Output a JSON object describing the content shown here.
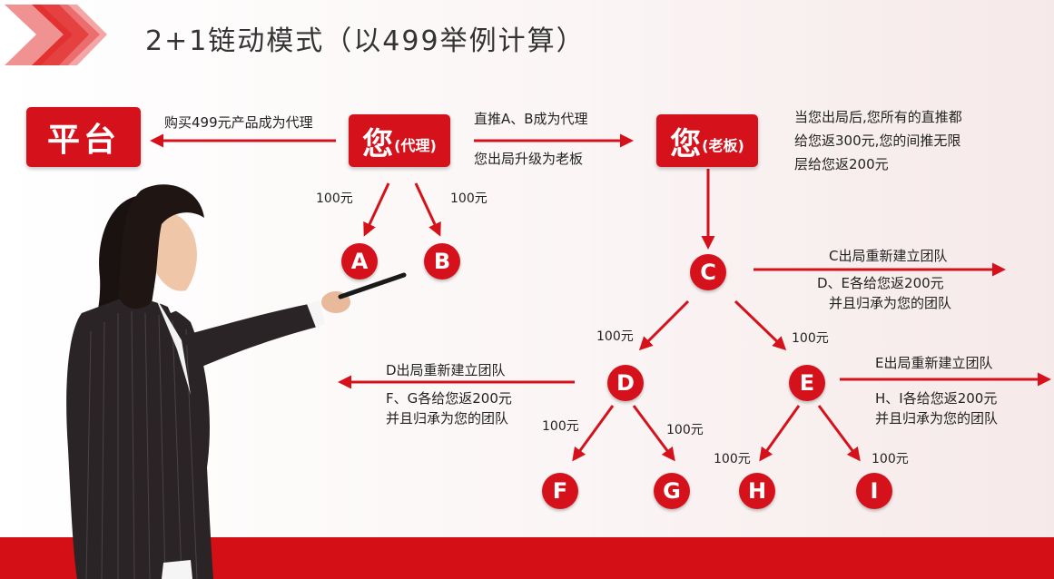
{
  "title": "2+1链动模式（以499举例计算）",
  "colors": {
    "accent": "#d5121b",
    "bar": "#d40f16"
  },
  "boxes": {
    "platform": "平台",
    "you_agent_main": "您",
    "you_agent_sub": "(代理)",
    "you_boss_main": "您",
    "you_boss_sub": "(老板)"
  },
  "texts": {
    "buy_to_agent": "购买499元产品成为代理",
    "push_ab": "直推A、B成为代理",
    "upgrade": "您出局升级为老板",
    "boss_line1": "当您出局后,您所有的直推都",
    "boss_line2": "给您返300元,您的间推无限",
    "boss_line3": "层给您返200元",
    "c_line1": "C出局重新建立团队",
    "c_line2": "D、E各给您返200元",
    "c_line3": "并且归承为您的团队",
    "d_line1": "D出局重新建立团队",
    "d_line2": "F、G各给您返200元",
    "d_line3": "并且归承为您的团队",
    "e_line1": "E出局重新建立团队",
    "e_line2": "H、I各给您返200元",
    "e_line3": "并且归承为您的团队"
  },
  "amount": "100元",
  "nodes": {
    "a": "A",
    "b": "B",
    "c": "C",
    "d": "D",
    "e": "E",
    "f": "F",
    "g": "G",
    "h": "H",
    "i": "I"
  },
  "icons": [
    "chevron-right-icon",
    "presenter-illustration"
  ]
}
